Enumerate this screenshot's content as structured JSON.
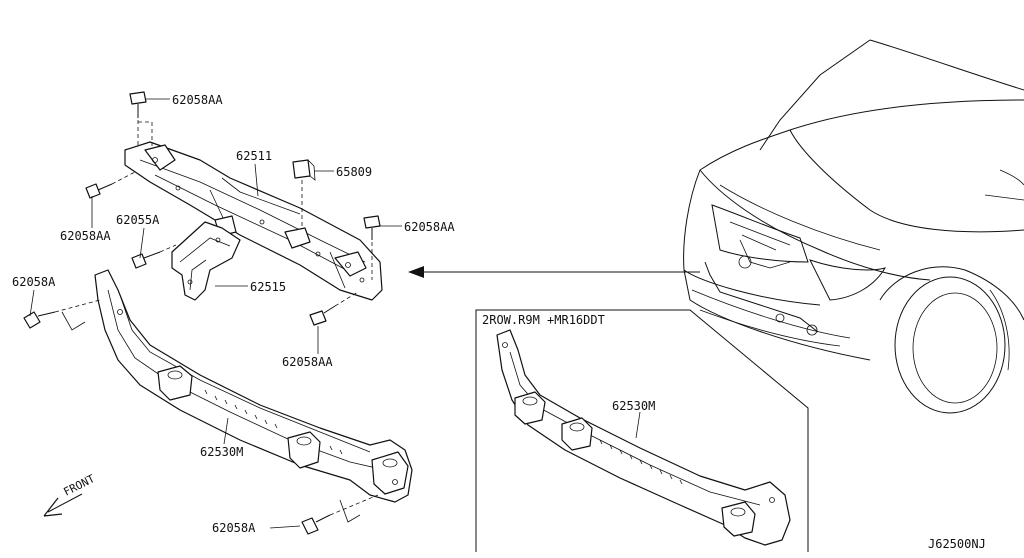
{
  "diagram": {
    "parts": {
      "bolt_top": "62058AA",
      "upper_member": "62511",
      "clip": "65809",
      "bolt_left": "62058AA",
      "bracket_bolt": "62055A",
      "bolt_right": "62058AA",
      "stay": "62515",
      "lower_left_bolt": "62058A",
      "lower_member": "62530M",
      "bolt_mid": "62058AA",
      "bolt_bottom": "62058A",
      "inset_member": "62530M"
    },
    "inset_title": "2ROW.R9M +MR16DDT",
    "front_label": "FRONT",
    "diagram_code": "J62500NJ"
  }
}
